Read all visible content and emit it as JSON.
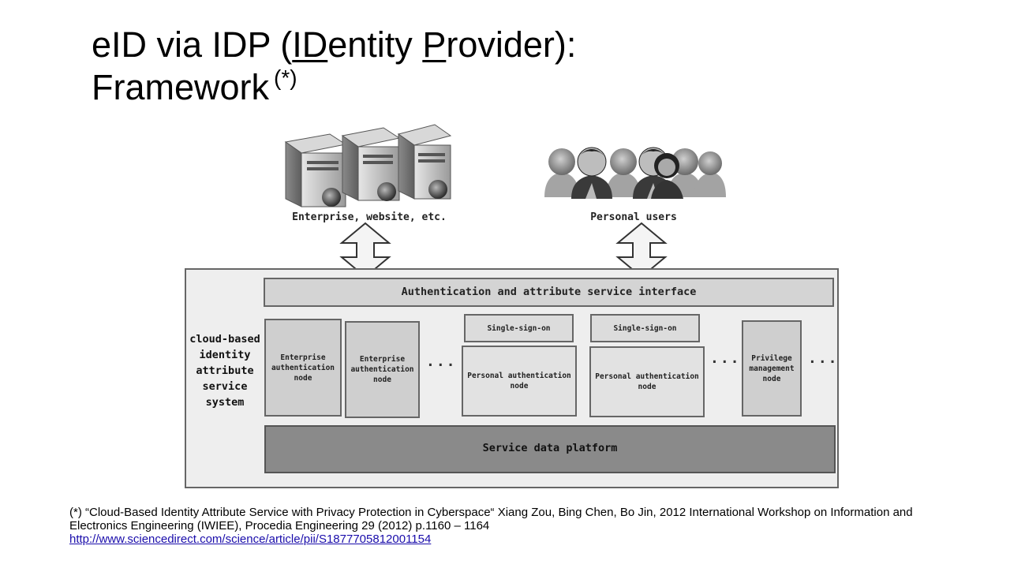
{
  "title": {
    "part1": "eID via IDP (",
    "u1": "ID",
    "part2": "entity ",
    "u2": "P",
    "part3": "rovider):",
    "line2": "Framework",
    "marker": "(*)"
  },
  "diagram": {
    "enterprise_caption": "Enterprise, website, etc.",
    "personal_caption": "Personal users",
    "interface_label": "Authentication and attribute service interface",
    "side_label": [
      "cloud-based",
      "identity",
      "attribute",
      "service",
      "system"
    ],
    "nodes": {
      "enterprise_auth_1": "Enterprise authentication node",
      "enterprise_auth_2": "Enterprise authentication node",
      "sso_1": "Single-sign-on",
      "sso_2": "Single-sign-on",
      "personal_auth_1": "Personal authentication node",
      "personal_auth_2": "Personal authentication node",
      "privilege": "Privilege management node"
    },
    "ellipsis": "...",
    "platform_label": "Service data platform"
  },
  "footnote": {
    "text": "(*) “Cloud-Based Identity Attribute Service with Privacy Protection in Cyberspace“ Xiang Zou, Bing Chen, Bo Jin, 2012 International Workshop on Information and Electronics Engineering (IWIEE), Procedia Engineering 29 (2012) p.1160 – 1164",
    "link": "http://www.sciencedirect.com/science/article/pii/S1877705812001154"
  }
}
